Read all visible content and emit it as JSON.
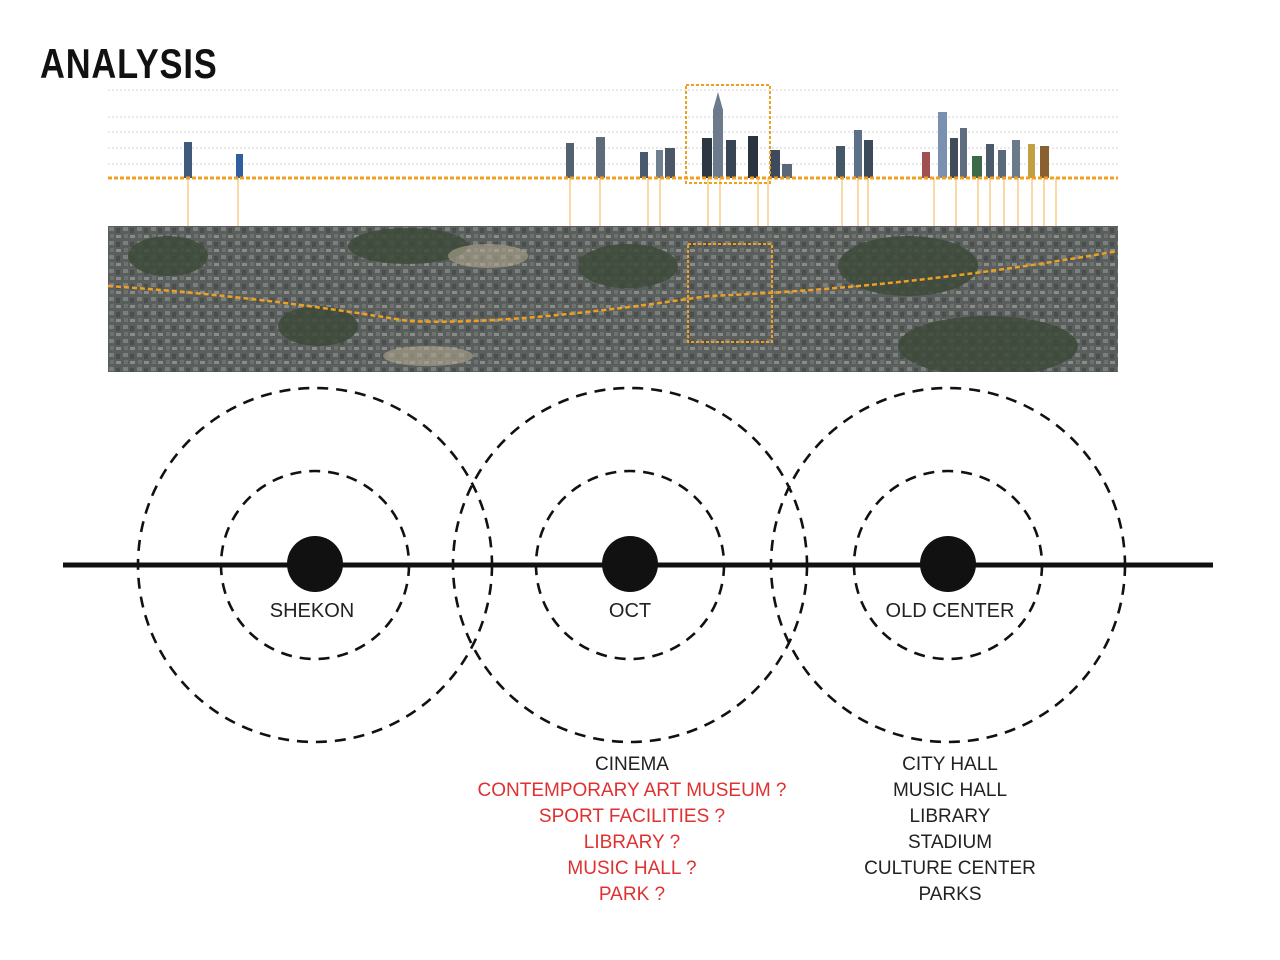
{
  "title": "ANALYSIS",
  "colors": {
    "accent": "#f0a020",
    "red": "#e03030",
    "ink": "#111111"
  },
  "nodes": [
    {
      "label": "SHEKON"
    },
    {
      "label": "OCT"
    },
    {
      "label": "OLD CENTER"
    }
  ],
  "oct_list": {
    "existing": [
      "CINEMA"
    ],
    "proposed": [
      "CONTEMPORARY ART MUSEUM ?",
      "SPORT FACILITIES ?",
      "LIBRARY ?",
      "MUSIC HALL ?",
      "PARK ?"
    ]
  },
  "old_center_list": [
    "CITY HALL",
    "MUSIC HALL",
    "LIBRARY",
    "STADIUM",
    "CULTURE CENTER",
    "PARKS"
  ]
}
